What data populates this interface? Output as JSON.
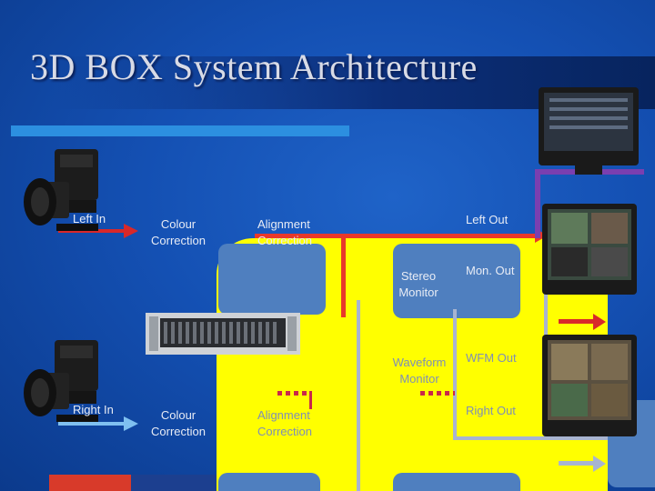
{
  "slide": {
    "title": "3D BOX  System Architecture"
  },
  "labels": {
    "left_in": "Left In",
    "right_in": "Right In",
    "colour_correction_top": "Colour Correction",
    "colour_correction_bottom": "Colour Correction",
    "alignment_correction_top": "Alignment Correction",
    "alignment_correction_bottom": "Alignment Correction",
    "left_out": "Left Out",
    "right_out": "Right Out",
    "stereo_monitor": "Stereo Monitor",
    "mon_out": "Mon. Out",
    "waveform_monitor": "Waveform Monitor",
    "wfm_out": "WFM Out"
  },
  "icons": {
    "camera_top": "video-camera-icon",
    "camera_bottom": "video-camera-icon",
    "rack_unit": "processor-rack-icon",
    "control_monitor": "control-touchscreen-icon",
    "stereo_display": "monitor-icon",
    "waveform_display": "monitor-icon"
  },
  "colors": {
    "background": "#1450b3",
    "yellow_area": "#ffff00",
    "block": "#4f7fbf",
    "signal_red": "#e8382a",
    "arrow_blue": "#2c8fe0",
    "arrow_pink": "#c8284a"
  }
}
